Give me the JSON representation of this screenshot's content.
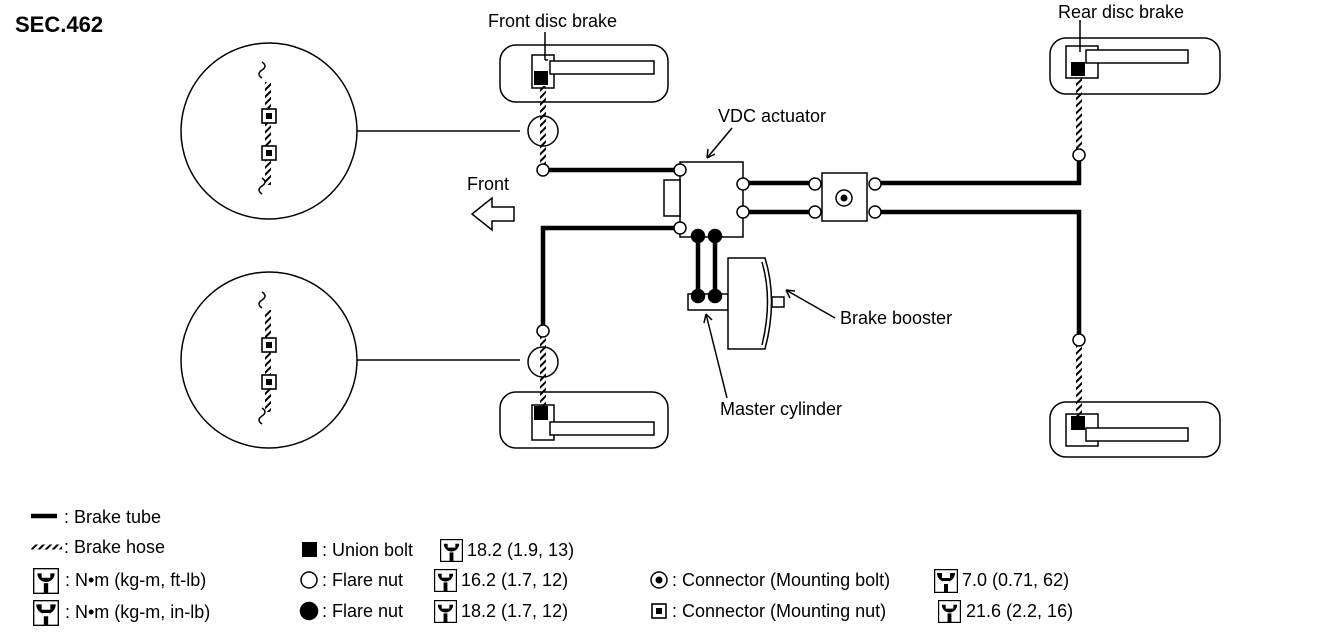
{
  "section": "SEC.462",
  "labels": {
    "front_disc_brake": "Front disc brake",
    "rear_disc_brake": "Rear disc brake",
    "vdc_actuator": "VDC actuator",
    "front": "Front",
    "brake_booster": "Brake booster",
    "master_cylinder": "Master cylinder"
  },
  "legend": {
    "brake_tube": ": Brake tube",
    "brake_hose": ": Brake hose",
    "torque_ft": ": N•m (kg-m, ft-lb)",
    "torque_in": ": N•m (kg-m, in-lb)",
    "union_bolt": ": Union bolt",
    "union_bolt_value": "18.2 (1.9, 13)",
    "flare_nut_open": ": Flare nut",
    "flare_nut_open_value": "16.2 (1.7, 12)",
    "flare_nut_filled": ": Flare nut",
    "flare_nut_filled_value": "18.2 (1.7, 12)",
    "connector_bolt": ": Connector (Mounting bolt)",
    "connector_bolt_value": "7.0 (0.71, 62)",
    "connector_nut": ": Connector (Mounting nut)",
    "connector_nut_value": "21.6 (2.2, 16)"
  }
}
